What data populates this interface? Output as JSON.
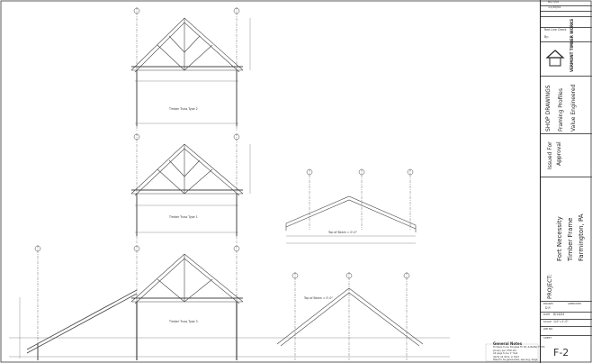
{
  "title_block": {
    "revision_dates": [
      "8/27/04",
      "11/30/04"
    ],
    "red_line_check": "Red Line Check",
    "red_line_by": "By:",
    "firm_logo_text": "VERMONT TIMBER WORKS",
    "drawing_set_lines": [
      "SHOP DRAWINGS",
      "Framing Profiles",
      "Value Engineered"
    ],
    "issued_lines": [
      "Issued For",
      "Approval"
    ],
    "project_label": "PROJECT:",
    "project_lines": [
      "Fort Necessity",
      "Timber Frame",
      "Farmington, PA"
    ],
    "info": {
      "drawn_label": "DRAWN",
      "approved_label": "APPROVED",
      "drawn_value": "D.P.",
      "date_label": "DATE",
      "date_value": "8/14/04",
      "scale_label": "SCALE",
      "scale_value": "1/4\"=1'-0\"",
      "job_label": "JOB NO.",
      "sheet_label": "SHEET",
      "sheet_number": "F-2"
    }
  },
  "drawing": {
    "truss_labels": [
      "Timber Truss Type 2",
      "Timber Truss Type 1",
      "Timber Truss Type 3"
    ],
    "elevation_labels": [
      "Top of Beam = 0'-0\"",
      "Top of Beam = 0'-0\""
    ],
    "general_notes": {
      "title": "General Notes",
      "lines": [
        "Timbers to be Douglas Fir #1 & Better FOHC",
        "Joinery per VTW std.",
        "All pegs to be 1\" Oak",
        "Verify all dims. in field",
        "Steel to be galvanized, see eng. dwgs."
      ]
    },
    "colors": {
      "line": "#333333",
      "paper": "#ffffff"
    }
  }
}
